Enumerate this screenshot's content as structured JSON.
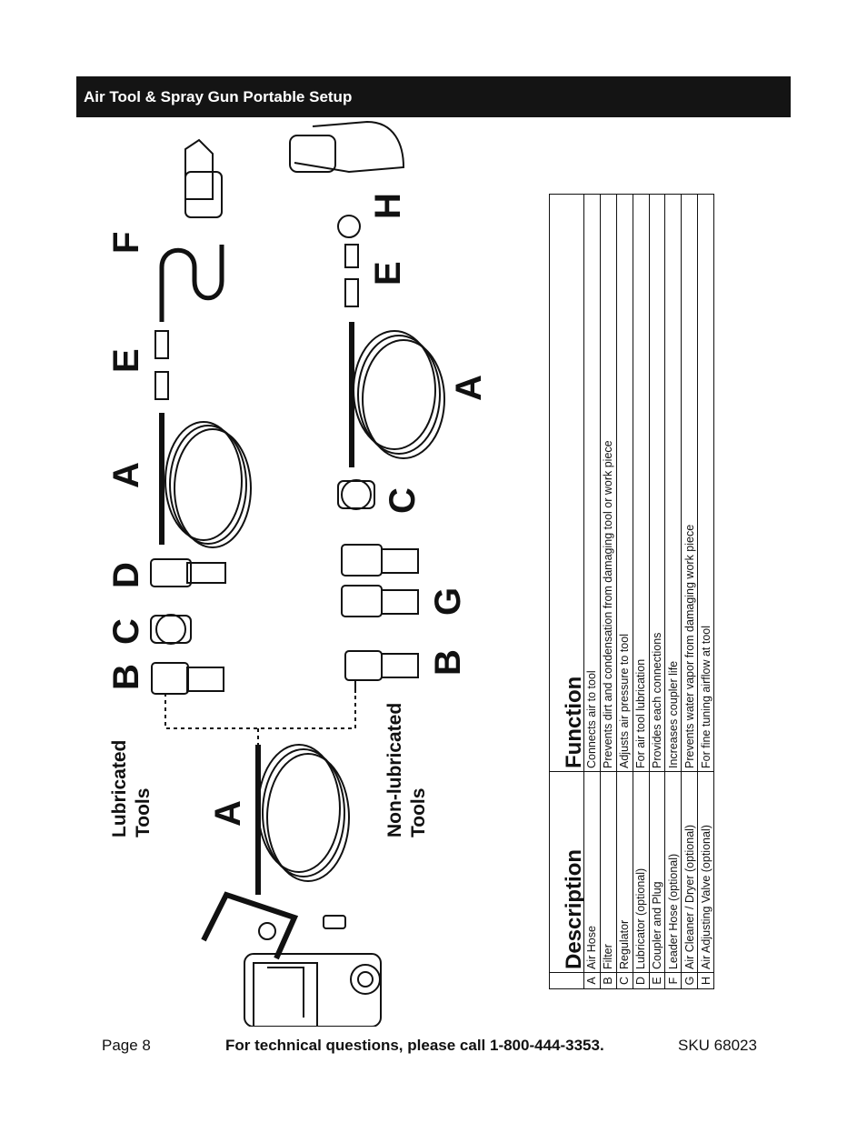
{
  "header": {
    "title": "Air Tool & Spray Gun Portable Setup"
  },
  "diagram": {
    "lubricated_label": [
      "Lubricated",
      "Tools"
    ],
    "non_lubricated_label": [
      "Non-lubricated",
      "Tools"
    ],
    "letters": {
      "a_main": "A",
      "b_top": "B",
      "c_top": "C",
      "d_top": "D",
      "a_top": "A",
      "e_top": "E",
      "f_top": "F",
      "b_bottom": "B",
      "g_bottom": "G",
      "c_bottom": "C",
      "a_bottom": "A",
      "e_bottom": "E",
      "h_bottom": "H"
    }
  },
  "table": {
    "headers": {
      "description": "Description",
      "function": "Function"
    },
    "rows": [
      {
        "key": "A",
        "description": "Air Hose",
        "function": "Connects air to tool"
      },
      {
        "key": "B",
        "description": "Filter",
        "function": "Prevents dirt and condensation from damaging tool or work piece"
      },
      {
        "key": "C",
        "description": "Regulator",
        "function": "Adjusts air pressure to tool"
      },
      {
        "key": "D",
        "description": "Lubricator (optional)",
        "function": "For air tool lubrication"
      },
      {
        "key": "E",
        "description": "Coupler and Plug",
        "function": "Provides each connections"
      },
      {
        "key": "F",
        "description": "Leader Hose (optional)",
        "function": "Increases coupler life"
      },
      {
        "key": "G",
        "description": "Air Cleaner / Dryer (optional)",
        "function": "Prevents water vapor from damaging work piece"
      },
      {
        "key": "H",
        "description": "Air Adjusting Valve (optional)",
        "function": "For fine tuning airflow at tool"
      }
    ]
  },
  "footer": {
    "page": "Page 8",
    "tech": "For technical questions, please call 1-800-444-3353.",
    "sku": "SKU 68023"
  }
}
